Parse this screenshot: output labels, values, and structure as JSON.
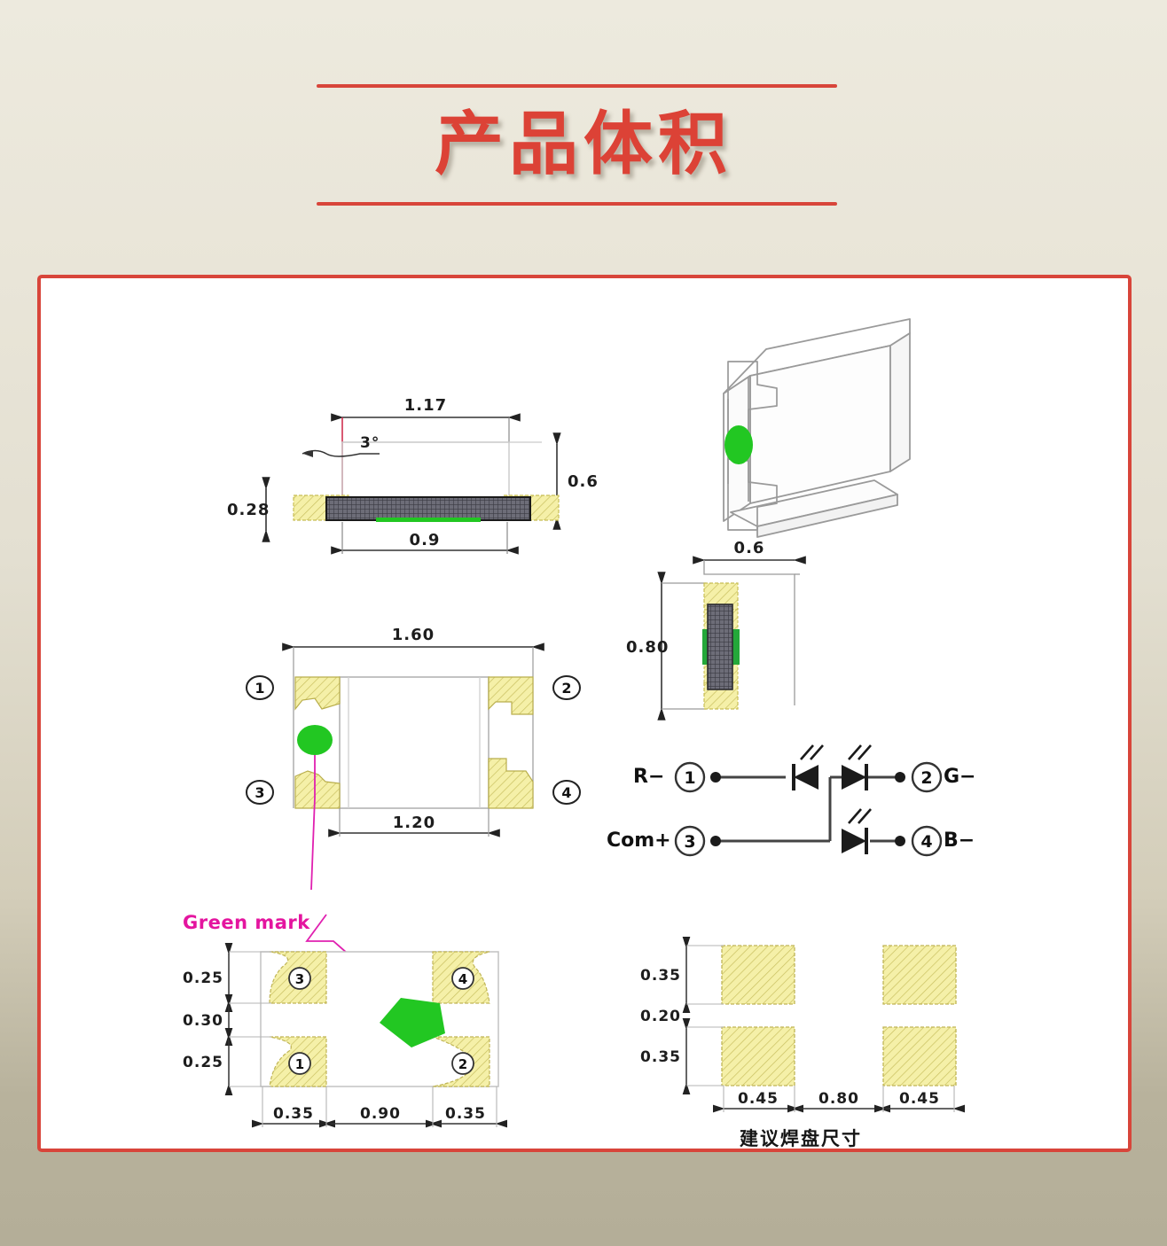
{
  "page": {
    "title": "产品体积",
    "background_top_color": "#edeade",
    "background_bottom_color": "#b4ae98",
    "accent_color": "#dc4236",
    "card_border_color": "#d8453a",
    "card_background": "#ffffff"
  },
  "drawings": {
    "side_view": {
      "name": "side-view",
      "dimensions": {
        "overall_width": "1.17",
        "chamfer_angle": "3°",
        "overall_height": "0.6",
        "electrode_height": "0.28",
        "body_width": "0.9"
      }
    },
    "isometric_view": {
      "name": "isometric-3d-view",
      "mark_color": "#22c722"
    },
    "end_view": {
      "name": "end-view",
      "dimensions": {
        "width": "0.6",
        "height": "0.80"
      }
    },
    "top_view": {
      "name": "top-view",
      "dimensions": {
        "overall_width": "1.60",
        "body_width": "1.20"
      },
      "pins": [
        "1",
        "2",
        "3",
        "4"
      ],
      "mark_color": "#22c722"
    },
    "circuit": {
      "name": "led-circuit-diagram",
      "nodes": [
        {
          "label": "R−",
          "pin": "1",
          "side": "left"
        },
        {
          "label": "Com+",
          "pin": "3",
          "side": "left"
        },
        {
          "label": "G−",
          "pin": "2",
          "side": "right"
        },
        {
          "label": "B−",
          "pin": "4",
          "side": "right"
        }
      ]
    },
    "bottom_view": {
      "name": "bottom-view",
      "mark_label": "Green mark",
      "mark_label_color": "#e4159f",
      "vertical_dimensions": [
        "0.25",
        "0.30",
        "0.25"
      ],
      "horizontal_dimensions": [
        "0.35",
        "0.90",
        "0.35"
      ],
      "pins": [
        "1",
        "2",
        "3",
        "4"
      ]
    },
    "footprint": {
      "name": "recommended-pad-layout",
      "caption": "建议焊盘尺寸",
      "vertical_dimensions": [
        "0.35",
        "0.20",
        "0.35"
      ],
      "horizontal_dimensions": [
        "0.45",
        "0.80",
        "0.45"
      ]
    }
  }
}
